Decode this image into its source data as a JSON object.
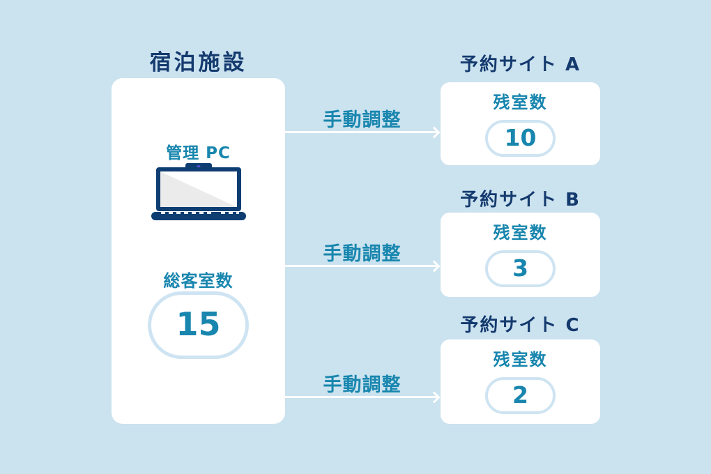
{
  "colors": {
    "background": "#cbe2ef",
    "card_background": "#ffffff",
    "heading_navy": "#143a6e",
    "accent_teal": "#1886ae",
    "pill_border": "#cfe4f2",
    "arrow_white": "#ffffff",
    "laptop_navy": "#0e3d72",
    "camera_dot_purple": "#5b50d6"
  },
  "icons": {
    "pc": "laptop-icon",
    "arrow_head": "chevron-right-icon"
  },
  "facility": {
    "title": "宿泊施設",
    "pc_label": "管理 PC",
    "total_rooms_label": "総客室数",
    "total_rooms_value": "15"
  },
  "arrows": [
    {
      "label": "手動調整"
    },
    {
      "label": "手動調整"
    },
    {
      "label": "手動調整"
    }
  ],
  "sites": [
    {
      "title": "予約サイト A",
      "rooms_label": "残室数",
      "rooms_value": "10"
    },
    {
      "title": "予約サイト B",
      "rooms_label": "残室数",
      "rooms_value": "3"
    },
    {
      "title": "予約サイト C",
      "rooms_label": "残室数",
      "rooms_value": "2"
    }
  ]
}
